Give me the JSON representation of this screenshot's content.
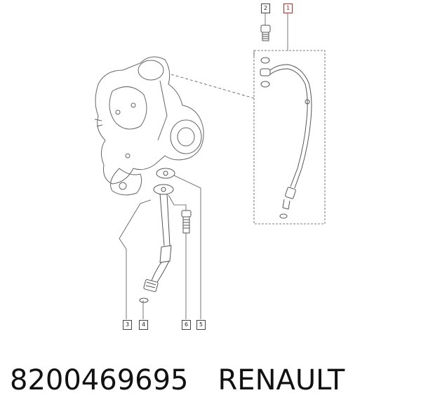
{
  "callouts": {
    "c1": "1",
    "c2": "2",
    "c3": "3",
    "c4": "4",
    "c5": "5",
    "c6": "6"
  },
  "caption": {
    "part_number": "8200469695",
    "brand": "RENAULT"
  },
  "colors": {
    "line": "#555555",
    "highlight": "#d42020",
    "background": "#ffffff"
  }
}
